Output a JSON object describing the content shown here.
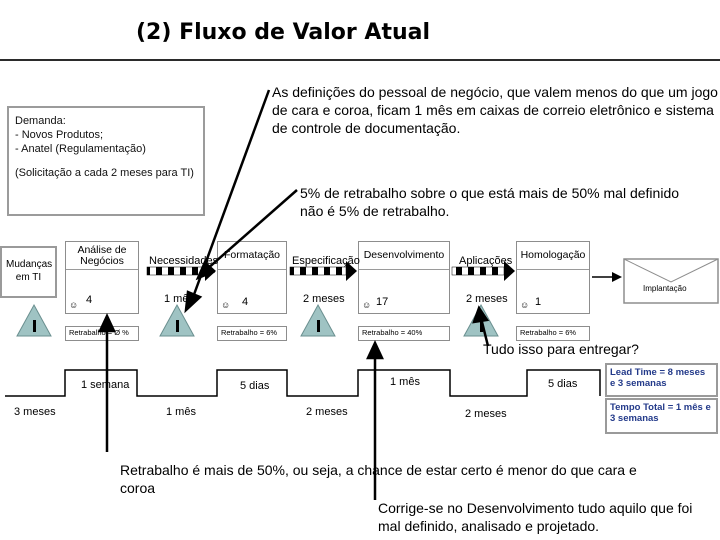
{
  "title": "(2) Fluxo de Valor Atual",
  "notes": {
    "top": "As definições do pessoal de negócio, que valem menos do que um jogo de cara e coroa, ficam 1 mês em caixas de correio eletrônico e sistema de controle de documentação.",
    "rework_pct": "5% de retrabalho sobre o que está mais de 50% mal definido não é 5% de retrabalho.",
    "entregar": "Tudo isso para entregar?",
    "retrabalho": "Retrabalho é mais de 50%, ou seja, a chance de estar certo é menor do que cara e coroa",
    "corrige": "Corrige-se no Desenvolvimento tudo aquilo que foi mal definido, analisado e projetado."
  },
  "demand": {
    "lines": [
      "Demanda:",
      "- Novos Produtos;",
      "- Anatel (Regulamentação)",
      "",
      "(Solicitação a cada 2 meses para TI)"
    ]
  },
  "mudancas": "Mudanças em TI",
  "processes": [
    {
      "name": "Análise de Negócios",
      "count": "4",
      "rework": "Retrabalho = Ø %"
    },
    {
      "name": "Formatação",
      "count": "4",
      "rework": "Retrabalho = 6%"
    },
    {
      "name": "Desenvolvimento",
      "count": "17",
      "rework": "Retrabalho = 40%"
    },
    {
      "name": "Homologação",
      "count": "1",
      "rework": "Retrabalho = 6%"
    }
  ],
  "flows": [
    {
      "label": "Necessidades",
      "wait": "1 mês"
    },
    {
      "label": "Especificação",
      "wait": "2 meses"
    },
    {
      "label": "Aplicações",
      "wait": "2 meses"
    }
  ],
  "implantacao": "Implantação",
  "timeline": {
    "low": [
      "3 meses",
      "1 mês",
      "2 meses",
      "2 meses"
    ],
    "high": [
      "1 semana",
      "5 dias",
      "1 mês",
      "5 dias"
    ]
  },
  "summary": {
    "lead_time": "Lead Time = 8 meses e 3 semanas",
    "total_time": "Tempo Total = 1 mês e 3 semanas"
  },
  "colors": {
    "border": "#8d8d8d",
    "summary_text": "#233a8a",
    "triangle_fill": "#9fc3c3"
  }
}
